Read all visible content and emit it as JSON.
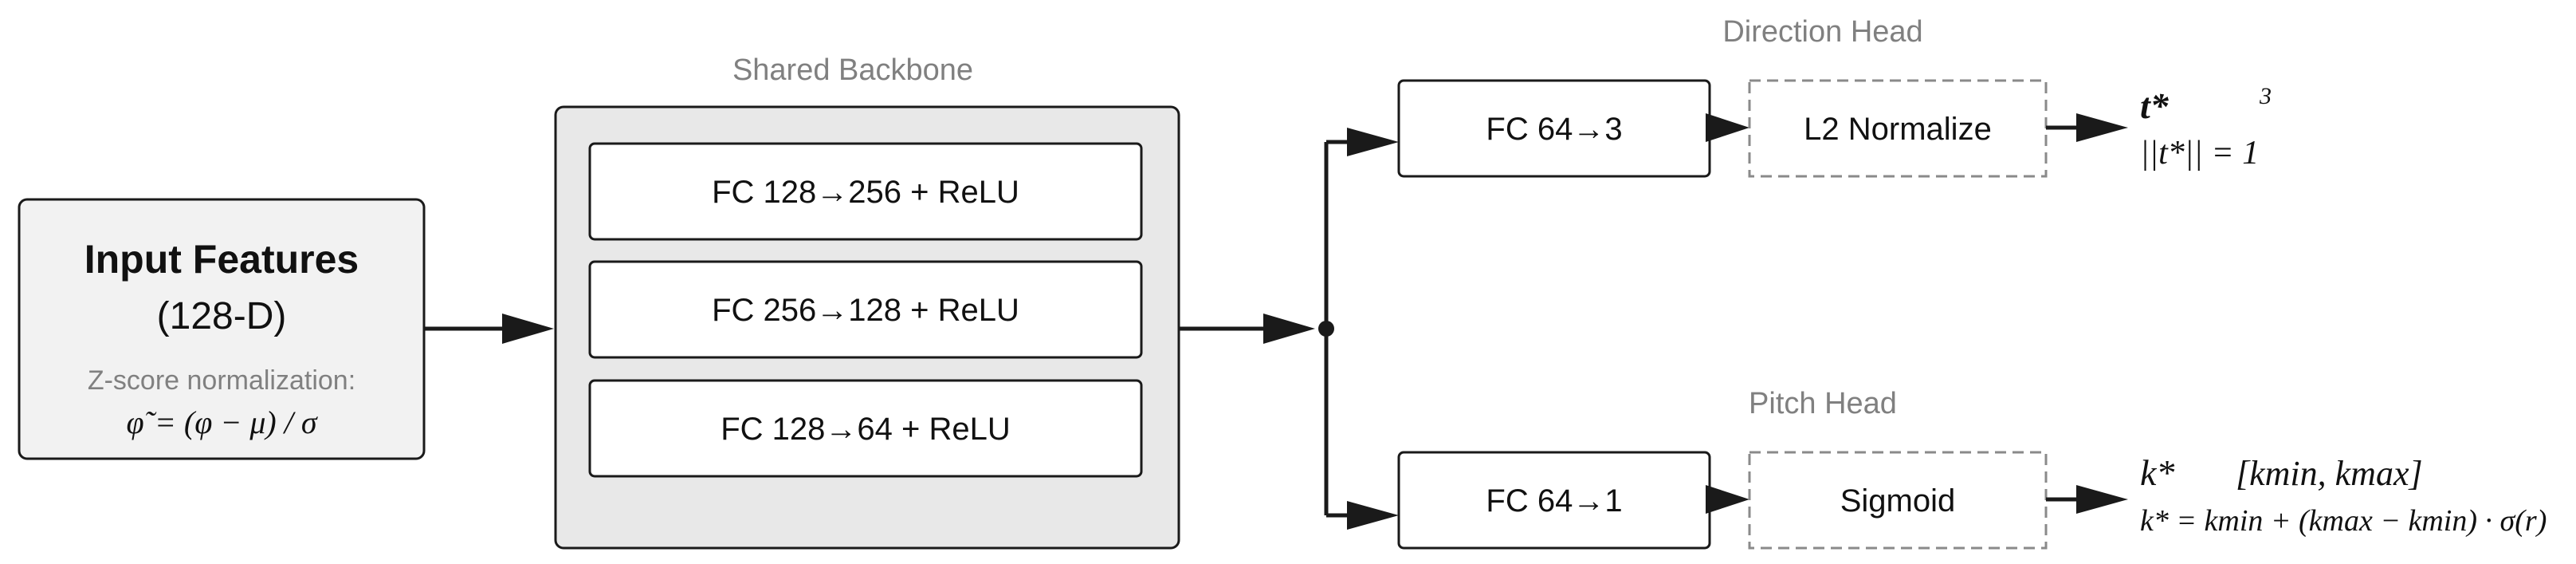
{
  "input": {
    "title": "Input Features",
    "dim": "(128-D)",
    "norm_label": "Z-score normalization:",
    "norm_formula": "φ˜= (φ − μ) / σ"
  },
  "backbone": {
    "title": "Shared Backbone",
    "layers": [
      {
        "label": "FC 128→256 + ReLU"
      },
      {
        "label": "FC 256→128 + ReLU"
      },
      {
        "label": "FC 128→64 + ReLU"
      }
    ]
  },
  "direction_head": {
    "title": "Direction Head",
    "fc_label": "FC 64→3",
    "norm_label": "L2 Normalize",
    "output_symbol": "t*",
    "output_superscript": "3",
    "output_constraint": "||t*|| = 1"
  },
  "pitch_head": {
    "title": "Pitch Head",
    "fc_label": "FC 64→1",
    "act_label": "Sigmoid",
    "output_symbol": "k*",
    "output_range": "[kmin, kmax]",
    "output_formula": "k* = kmin + (kmax − kmin) · σ(r)"
  },
  "colors": {
    "stroke": "#1a1a1a",
    "dashed_stroke": "#8a8a8a",
    "input_fill": "#f2f2f2",
    "backbone_fill": "#e8e8e8",
    "caption_gray": "#808080",
    "text": "#111111"
  }
}
